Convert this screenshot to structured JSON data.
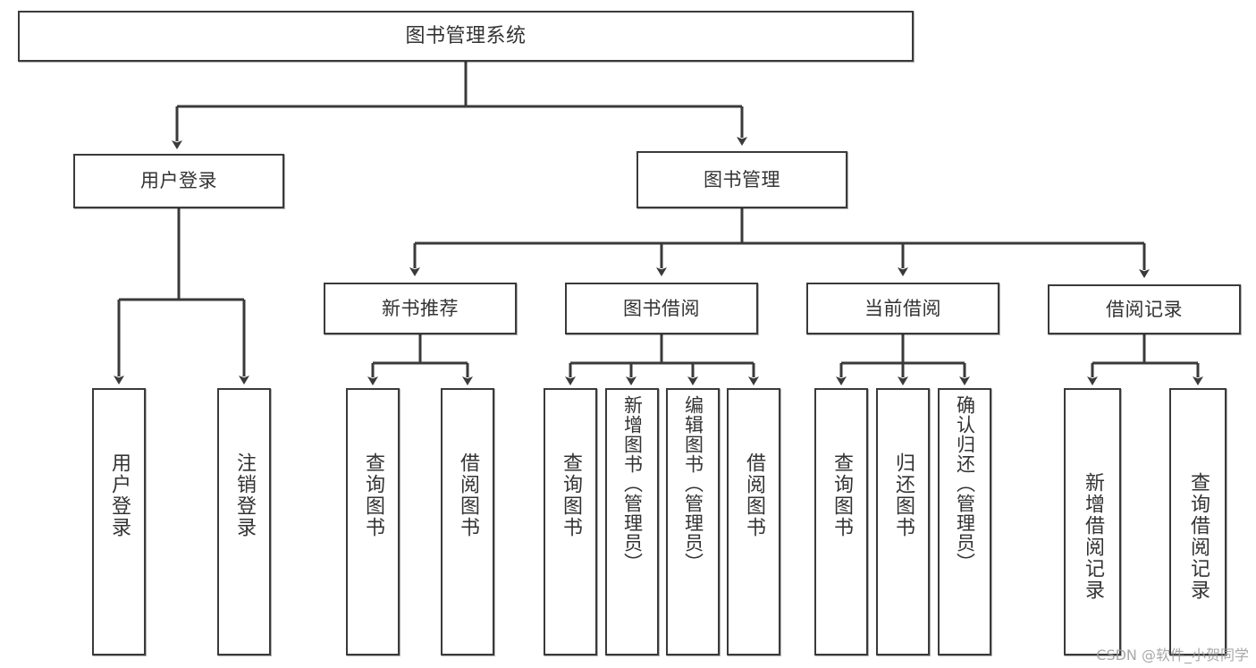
{
  "diagram": {
    "type": "tree-hierarchy",
    "title": "图书管理系统",
    "orientation": "top-down",
    "colors": {
      "box_border": "#3a3a3a",
      "box_fill": "#ffffff",
      "connector": "#3a3a3a",
      "text": "#333333",
      "watermark": "#9a9a9a"
    },
    "root": {
      "label": "图书管理系统"
    },
    "level2": [
      {
        "label": "用户登录"
      },
      {
        "label": "图书管理"
      }
    ],
    "level3": [
      {
        "label": "新书推荐"
      },
      {
        "label": "图书借阅"
      },
      {
        "label": "当前借阅"
      },
      {
        "label": "借阅记录"
      }
    ],
    "leaves": {
      "user_login": [
        {
          "label": "用户登录"
        },
        {
          "label": "注销登录"
        }
      ],
      "new_book_recommend": [
        {
          "label": "查询图书"
        },
        {
          "label": "借阅图书"
        }
      ],
      "book_borrow": [
        {
          "label": "查询图书"
        },
        {
          "label": "新增图书（管理员）"
        },
        {
          "label": "编辑图书（管理员）"
        },
        {
          "label": "借阅图书"
        }
      ],
      "current_borrow": [
        {
          "label": "查询图书"
        },
        {
          "label": "归还图书"
        },
        {
          "label": "确认归还（管理员）"
        }
      ],
      "borrow_record": [
        {
          "label": "新增借阅记录"
        },
        {
          "label": "查询借阅记录"
        }
      ]
    }
  },
  "watermark": {
    "text": "CSDN @软件_小贺同学"
  }
}
